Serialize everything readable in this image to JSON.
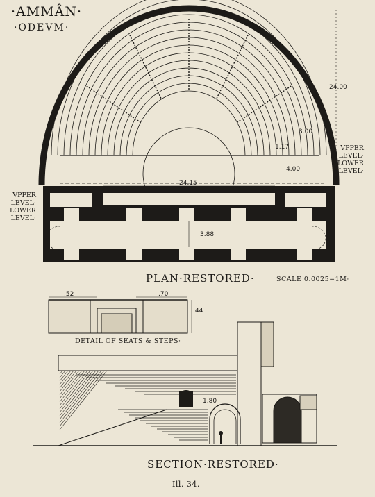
{
  "title": {
    "line1": "·AMMÂN·",
    "line2": "·ODEVM·"
  },
  "plan": {
    "caption": "PLAN·RESTORED·",
    "scale": "SCALE 0.0025=1M·",
    "dimensions": {
      "height": "24.00",
      "width": "24.15",
      "aisle": "3.88",
      "small_1": "1.17",
      "small_2": "4.00",
      "small_3": "3.00"
    },
    "levels_right": [
      "VPPER",
      "LEVEL·",
      "LOWER",
      "LEVEL·"
    ],
    "levels_left": [
      "VPPER",
      "LEVEL·",
      "LOWER",
      "LEVEL·"
    ]
  },
  "detail": {
    "caption": "DETAIL OF SEATS & STEPS·",
    "dimensions": {
      "left": ".52",
      "right": ".70",
      "height": ".44"
    }
  },
  "section": {
    "caption": "SECTION·RESTORED·",
    "dimension": "1.80"
  },
  "figure_number": "Ill. 34."
}
